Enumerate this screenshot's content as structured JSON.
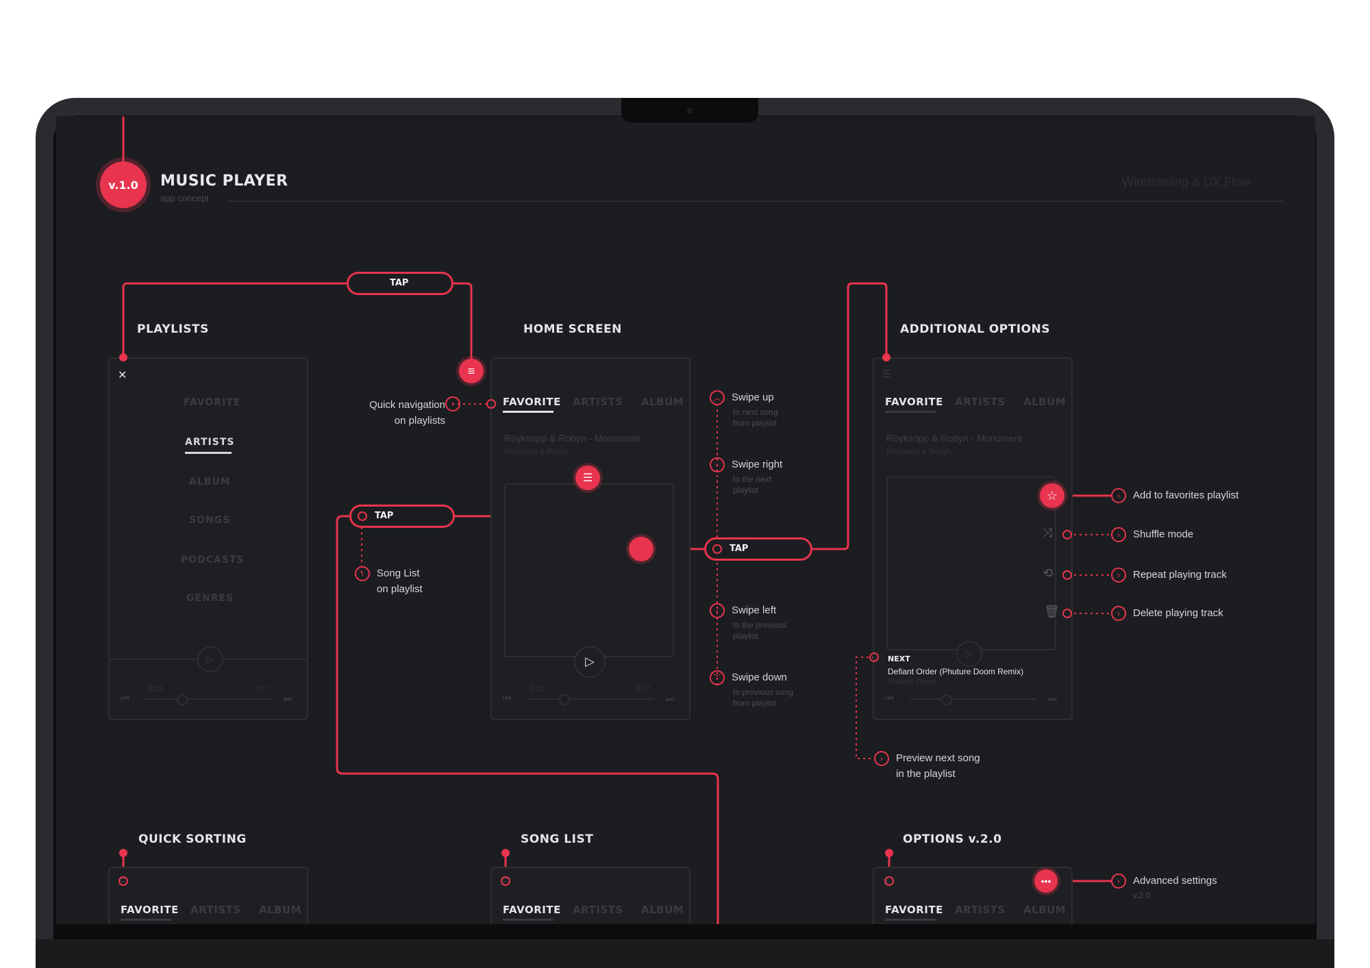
{
  "header": {
    "version": "v.1.0",
    "title": "MUSIC PLAYER",
    "subtitle": "app concept",
    "right_label": "Wireframing & UX Flow"
  },
  "sections": {
    "playlists": "PLAYLISTS",
    "home_screen": "HOME SCREEN",
    "additional_options": "ADDITIONAL OPTIONS",
    "quick_sorting": "QUICK SORTING",
    "song_list": "SONG LIST",
    "options_v2": "OPTIONS v.2.0"
  },
  "playlists_menu": [
    "FAVORITE",
    "ARTISTS",
    "ALBUM",
    "SONGS",
    "PODCASTS",
    "GENRES"
  ],
  "playlists_active_index": 1,
  "close_glyph": "✕",
  "tabs": [
    "FAVORITE",
    "ARTISTS",
    "ALBUM"
  ],
  "track": {
    "title": "Röyksopp & Robyn - Monument",
    "album": "Röyksopp & Robyn"
  },
  "next_track": {
    "label": "NEXT",
    "title": "Defiant Order (Phuture Doom Remix)",
    "artist": "Phuture Doom"
  },
  "time_labels": {
    "elapsed": "0:15",
    "total": "3:07"
  },
  "tap_label": "TAP",
  "annotations": {
    "quick_nav": [
      "Quick navigation",
      "on playlists"
    ],
    "song_list": [
      "Song List",
      "on playlist"
    ],
    "preview_next": [
      "Preview next song",
      "in the playlist"
    ],
    "advanced_settings": "Advanced settings",
    "advanced_settings_sub": "v.2.0"
  },
  "gestures": [
    {
      "label": "Swipe up",
      "sub": [
        "to next song",
        "from playlist"
      ],
      "icon": "chevron-up-icon",
      "glyph": "︿"
    },
    {
      "label": "Swipe right",
      "sub": [
        "to the next",
        "playlist"
      ],
      "icon": "chevron-right-icon",
      "glyph": "›"
    },
    {
      "label": "Swipe left",
      "sub": [
        "to the previous",
        "playlist"
      ],
      "icon": "chevron-left-icon",
      "glyph": "‹"
    },
    {
      "label": "Swipe down",
      "sub": [
        "to previous song",
        "from playlist"
      ],
      "icon": "chevron-down-icon",
      "glyph": "﹀"
    }
  ],
  "options": [
    {
      "label": "Add to favorites playlist",
      "icon": "star-icon",
      "glyph": "☆"
    },
    {
      "label": "Shuffle mode",
      "icon": "shuffle-icon",
      "glyph": "⤨"
    },
    {
      "label": "Repeat playing track",
      "icon": "repeat-icon",
      "glyph": "⟲"
    },
    {
      "label": "Delete playing track",
      "icon": "trash-icon",
      "glyph": "🗑"
    }
  ],
  "colors": {
    "accent": "#e8344e",
    "background": "#1c1d20",
    "frame": "#2d2e32"
  }
}
